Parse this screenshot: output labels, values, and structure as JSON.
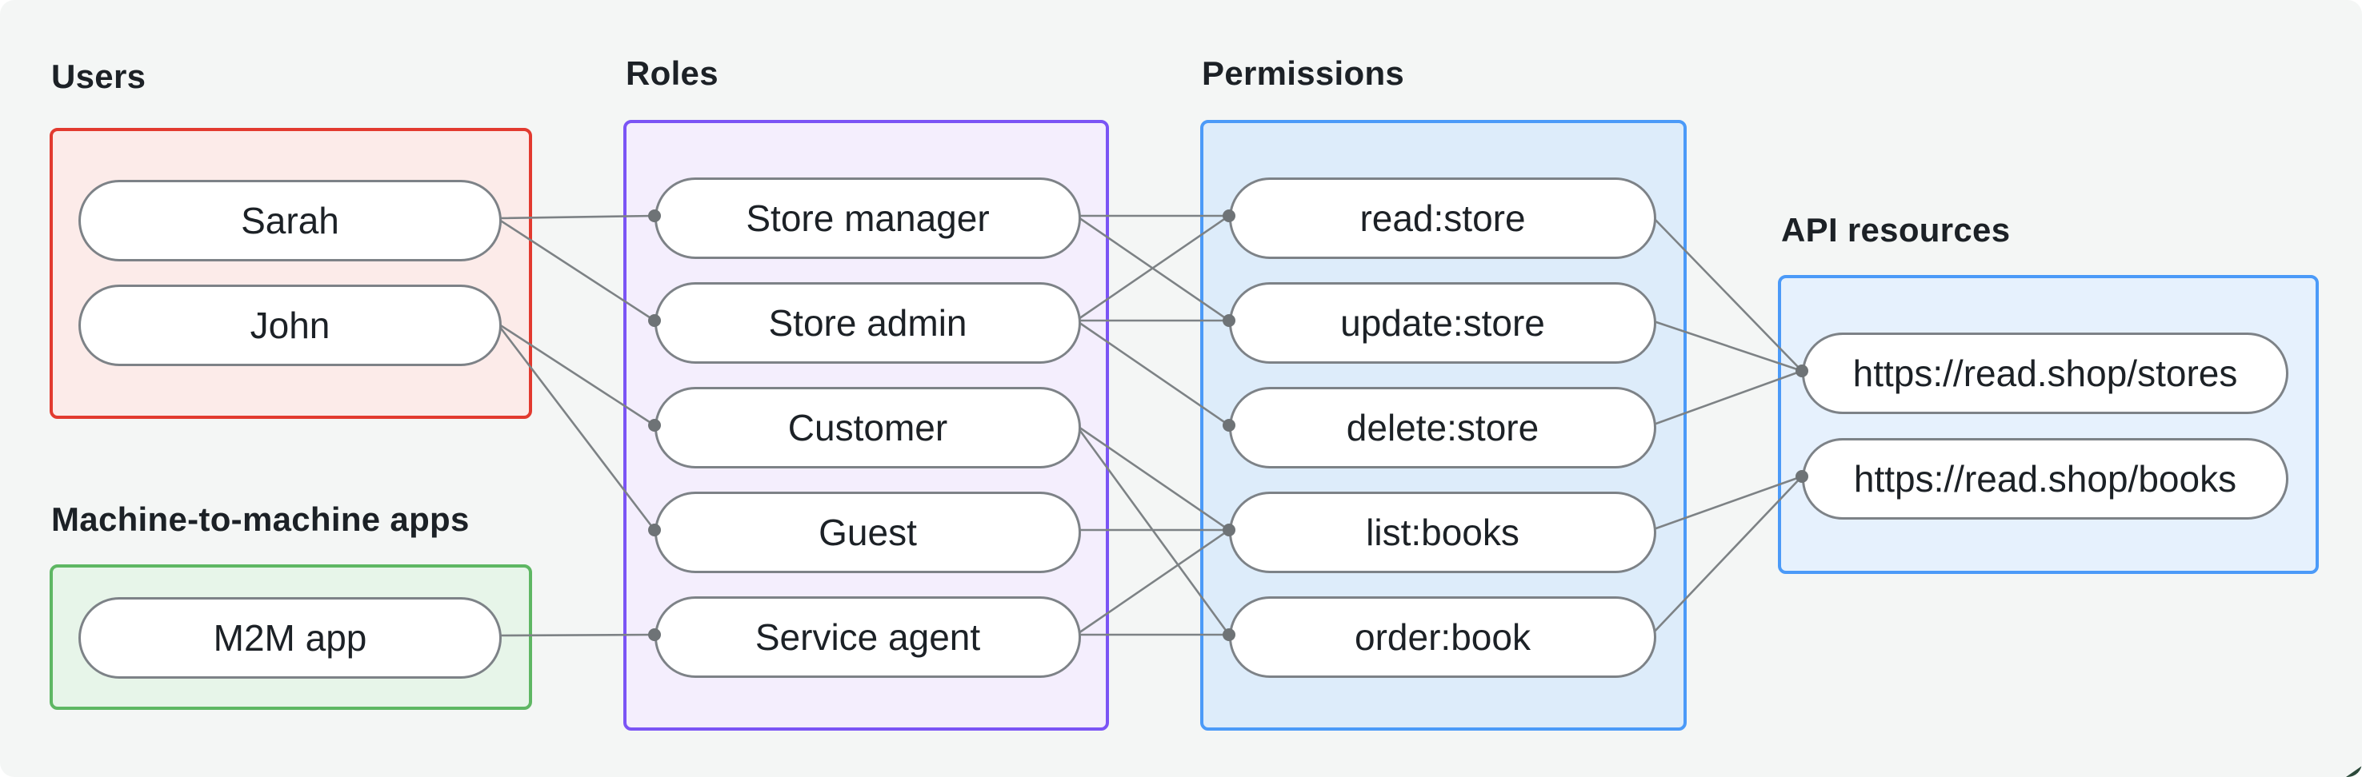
{
  "groups": {
    "users": {
      "label": "Users",
      "items": [
        "Sarah",
        "John"
      ]
    },
    "m2m": {
      "label": "Machine-to-machine apps",
      "items": [
        "M2M app"
      ]
    },
    "roles": {
      "label": "Roles",
      "items": [
        "Store manager",
        "Store admin",
        "Customer",
        "Guest",
        "Service agent"
      ]
    },
    "permissions": {
      "label": "Permissions",
      "items": [
        "read:store",
        "update:store",
        "delete:store",
        "list:books",
        "order:book"
      ]
    },
    "api_resources": {
      "label": "API resources",
      "items": [
        "https://read.shop/stores",
        "https://read.shop/books"
      ]
    }
  },
  "edges": [
    [
      "sarah",
      "store-manager"
    ],
    [
      "sarah",
      "store-admin"
    ],
    [
      "john",
      "customer"
    ],
    [
      "john",
      "guest"
    ],
    [
      "m2m-app",
      "service-agent"
    ],
    [
      "store-manager",
      "read-store"
    ],
    [
      "store-manager",
      "update-store"
    ],
    [
      "store-admin",
      "read-store"
    ],
    [
      "store-admin",
      "update-store"
    ],
    [
      "store-admin",
      "delete-store"
    ],
    [
      "customer",
      "list-books"
    ],
    [
      "customer",
      "order-book"
    ],
    [
      "guest",
      "list-books"
    ],
    [
      "service-agent",
      "list-books"
    ],
    [
      "service-agent",
      "order-book"
    ],
    [
      "read-store",
      "stores"
    ],
    [
      "update-store",
      "stores"
    ],
    [
      "delete-store",
      "stores"
    ],
    [
      "list-books",
      "books"
    ],
    [
      "order-book",
      "books"
    ]
  ],
  "colors": {
    "background": "#f4f6f5",
    "text": "#1c2126",
    "users_border": "#e23a2f",
    "users_fill": "#fcebe9",
    "m2m_border": "#5eb763",
    "m2m_fill": "#e7f5e9",
    "roles_border": "#7b54f5",
    "roles_fill": "#f4eefd",
    "permissions_border": "#4b9af8",
    "permissions_fill": "#ddecfa",
    "api_border": "#4b9af8",
    "api_fill": "#e6f1fd",
    "pill_border": "#7d8287",
    "pill_fill": "#ffffff",
    "edge": "#7d8285",
    "dot": "#6e7376",
    "corner_peek": "#2c4a3b"
  }
}
